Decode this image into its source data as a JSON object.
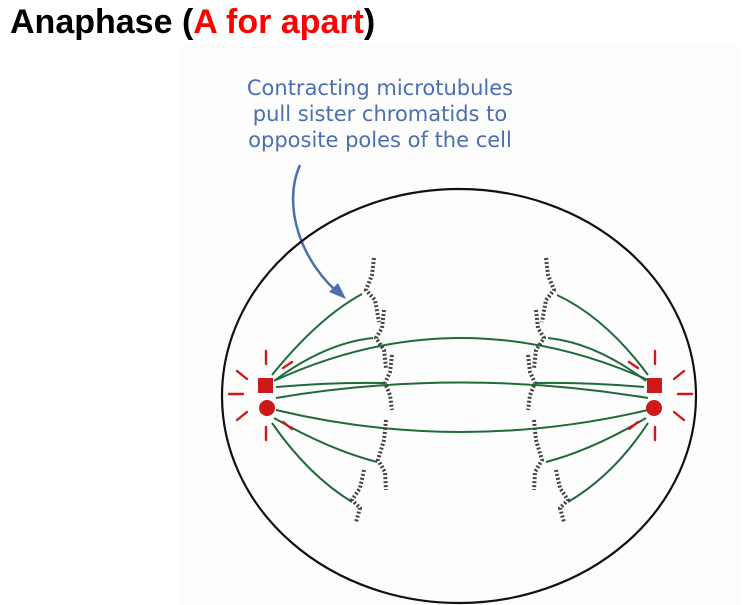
{
  "title": {
    "prefix": "Anaphase (",
    "highlight": "A for apart",
    "suffix": ")"
  },
  "caption": {
    "lines": [
      "Contracting microtubules",
      "pull sister chromatids to",
      "opposite poles of the cell"
    ]
  },
  "colors": {
    "title_text": "#000000",
    "title_accent": "#ff0000",
    "caption_text": "#4c6fae",
    "cell_outline": "#111111",
    "microtubule": "#1f6b3a",
    "centrosome": "#cc1a1a",
    "chromatid": "#444444",
    "arrow": "#4c6fae"
  },
  "icons": {
    "centrosome": "red-square-and-circle",
    "chromatid": "zigzag-strand"
  }
}
